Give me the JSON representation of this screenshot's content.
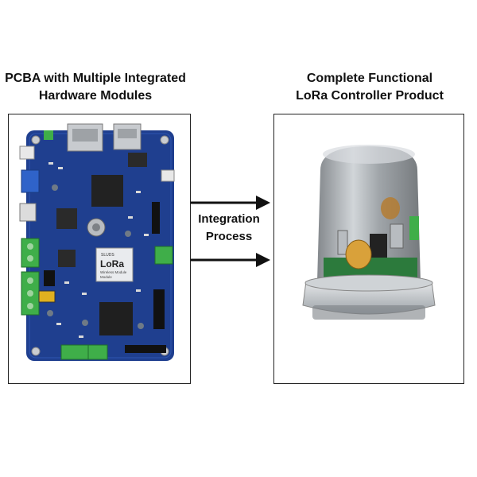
{
  "left": {
    "title_line1": "PCBA with Multiple Integrated",
    "title_line2": "Hardware Modules",
    "module_label_top": "SLUDS",
    "module_label": "LoRa",
    "module_sub1": "Wireless Module",
    "module_sub2": "Module"
  },
  "process": {
    "line1": "Integration",
    "line2": "Process"
  },
  "right": {
    "title_line1": "Complete Functional",
    "title_line2": "LoRa Controller Product"
  },
  "colors": {
    "pcb_blue": "#1f3f8f",
    "terminal_green": "#3fae49",
    "arrow": "#111111",
    "enclosure_gray": "#b7bcc0"
  }
}
